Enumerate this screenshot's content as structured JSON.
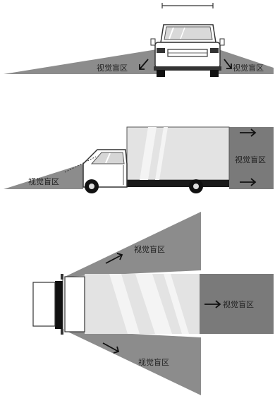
{
  "labels": {
    "front_left": "视觉盲区",
    "front_right": "视觉盲区",
    "side_front": "视觉盲区",
    "side_rear": "视觉盲区",
    "top_upper": "视觉盲区",
    "top_rear": "视觉盲区",
    "top_lower": "视觉盲区"
  },
  "colors": {
    "blind_zone": "#8c8c8c",
    "blind_zone_dark": "#7a7a7a",
    "cargo_box": "#e3e3e3",
    "cargo_stripe": "#f4f4f4",
    "body": "#ffffff",
    "outline": "#333333",
    "tire": "#1a1a1a"
  }
}
